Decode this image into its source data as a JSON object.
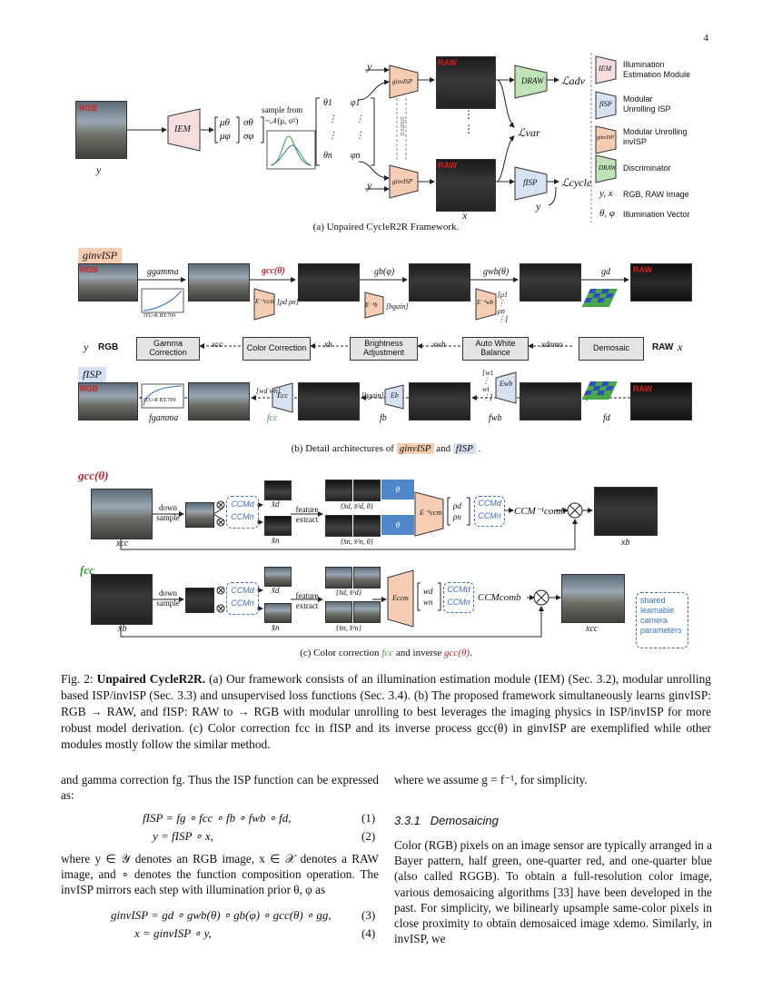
{
  "page_number": "4",
  "fig_a": {
    "caption": "(a) Unpaired CycleR2R Framework.",
    "input_label": "y",
    "input_tag": "RGB",
    "iem_label": "IEM",
    "mu_theta": "μθ",
    "mu_phi": "μφ",
    "sigma_theta": "σθ",
    "sigma_phi": "σφ",
    "sample_text": "sample from",
    "sample_dist": "~𝒩(μ, σ²)",
    "theta_col": [
      "θ1",
      "⋮",
      "⋮",
      "θn"
    ],
    "phi_col": [
      "φ1",
      "⋮",
      "⋮",
      "φn"
    ],
    "ginv_label": "ginvISP",
    "shared": "shared",
    "raw_tag": "RAW",
    "x_label": "x",
    "y_in_top": "y",
    "y_in_bottom": "y",
    "d_raw": "DRAW",
    "l_adv": "ℒadv",
    "l_var": "ℒvar",
    "f_isp": "fISP",
    "l_cycle": "ℒcycle",
    "y_cycle": "y",
    "legend": [
      {
        "icon": "IEM",
        "text": "Illumination Estimation Module"
      },
      {
        "icon": "fISP",
        "text": "Modular Unrolling ISP"
      },
      {
        "icon": "ginvISP",
        "text": "Modular Unrolling invISP"
      },
      {
        "icon": "DRAW",
        "text": "Discriminator"
      },
      {
        "icon": "y, x",
        "text": "RGB, RAW Image"
      },
      {
        "icon": "θ, φ",
        "text": "Illumination Vector"
      }
    ]
  },
  "fig_b": {
    "caption_prefix": "(b) Detail architectures of",
    "caption_g": "ginvISP",
    "caption_and": "and",
    "caption_f": "fISP",
    "caption_suffix": ".",
    "g_title": "ginvISP",
    "f_title": "fISP",
    "rgb_tag": "RGB",
    "raw_tag": "RAW",
    "top_labels": [
      "ggamma",
      "gcc(θ)",
      "gb(φ)",
      "gwb(θ)",
      "gd"
    ],
    "bottom_labels": [
      "fgamma",
      "fcc",
      "fb",
      "fwb",
      "fd"
    ],
    "itu": "ITU-R BT.709",
    "ecc_inv": "E⁻¹ccm",
    "eb_inv": "E⁻¹b",
    "ewb_inv": "E⁻¹wb",
    "ecc": "Ecc",
    "eb": "Eb",
    "ewb": "Ewb",
    "rho_pair": "[ρd ρn]",
    "b_gain": "[bgain]",
    "rho_vec": "[ρ1 ⋮ ρn ⋮]",
    "w_pair": "[wd wn]",
    "w_vec": "[w1 ⋮ wi ⋮]",
    "stages": [
      "Gamma Correction",
      "Color Correction",
      "Brightness Adjustment",
      "Auto White Balance",
      "Demosaic"
    ],
    "mid_labels": [
      "xcc",
      "xb",
      "xwb",
      "xdemo"
    ],
    "left_y": "y",
    "left_rgb": "RGB",
    "right_raw": "RAW",
    "right_x": "x"
  },
  "fig_c": {
    "caption_prefix": "(c) Color correction",
    "caption_f": "fcc",
    "caption_mid": "and inverse",
    "caption_g": "gcc(θ)",
    "caption_suffix": ".",
    "g_title": "gcc(θ)",
    "f_title": "fcc",
    "down": "down sample",
    "feature": "feature extract",
    "ccm_d": "CCMd",
    "ccm_n": "CCMn",
    "xhat_d": "x̂d",
    "xhat_n": "x̂n",
    "set_d_top": "{x̂d, x̂²d, θ}",
    "set_n_top": "{x̂n, x̂²n, θ}",
    "set_d_bot": "{x̂d, x̂²d}",
    "set_n_bot": "{x̂n, x̂²n}",
    "theta": "θ",
    "e_ccm_inv": "E⁻¹ccm",
    "e_ccm": "Eccm",
    "rho_pair": "ρd ρn",
    "w_pair": "wd wn",
    "ccm_comb_inv": "CCM⁻¹comb",
    "ccm_comb": "CCMcomb",
    "x_cc_in": "xcc",
    "x_b_out": "xb",
    "x_b_in": "xb",
    "x_cc_out": "xcc",
    "shared_note": "shared learnable camera parameters"
  },
  "figure_caption": {
    "label": "Fig. 2:",
    "bold": "Unpaired CycleR2R.",
    "text": "(a) Our framework consists of an illumination estimation module (IEM) (Sec. 3.2), modular unrolling based ISP/invISP (Sec. 3.3) and unsupervised loss functions (Sec. 3.4). (b) The proposed framework simultaneously learns ginvISP: RGB → RAW, and fISP: RAW to → RGB with modular unrolling to best leverages the imaging physics in ISP/invISP for more robust model derivation. (c) Color correction fcc in fISP and its inverse process gcc(θ) in ginvISP are exemplified while other modules mostly follow the similar method."
  },
  "left_col": {
    "p1": "and gamma correction fg. Thus the ISP function can be expressed as:",
    "eq1": "fISP = fg ∘ fcc ∘ fb ∘ fwb ∘ fd,",
    "eq1_num": "(1)",
    "eq2": "y = fISP ∘ x,",
    "eq2_num": "(2)",
    "p2": "where y ∈ 𝒴 denotes an RGB image, x ∈ 𝒳 denotes a RAW image, and ∘ denotes the function composition operation. The invISP mirrors each step with illumination prior θ, φ as",
    "eq3": "ginvISP = gd ∘ gwb(θ) ∘ gb(φ) ∘ gcc(θ) ∘ gg,",
    "eq3_num": "(3)",
    "eq4": "x = ginvISP ∘ y,",
    "eq4_num": "(4)"
  },
  "right_col": {
    "p1": "where we assume g = f⁻¹, for simplicity.",
    "section": "3.3.1   Demosaicing",
    "p2": "Color (RGB) pixels on an image sensor are typically arranged in a Bayer pattern, half green, one-quarter red, and one-quarter blue (also called RGGB). To obtain a full-resolution color image, various demosaicing algorithms [33] have been developed in the past. For simplicity, we bilinearly upsample same-color pixels in close proximity to obtain demosaiced image xdemo. Similarly, in invISP, we"
  },
  "colors": {
    "orange_module": "#f6cdb3",
    "blue_module": "#d6e1f2",
    "green_module": "#bfe3b6",
    "pink_module": "#f6dede",
    "red_text": "#c0262d",
    "green_text": "#3a9a3a",
    "blue_dash": "#3a6fc4"
  }
}
